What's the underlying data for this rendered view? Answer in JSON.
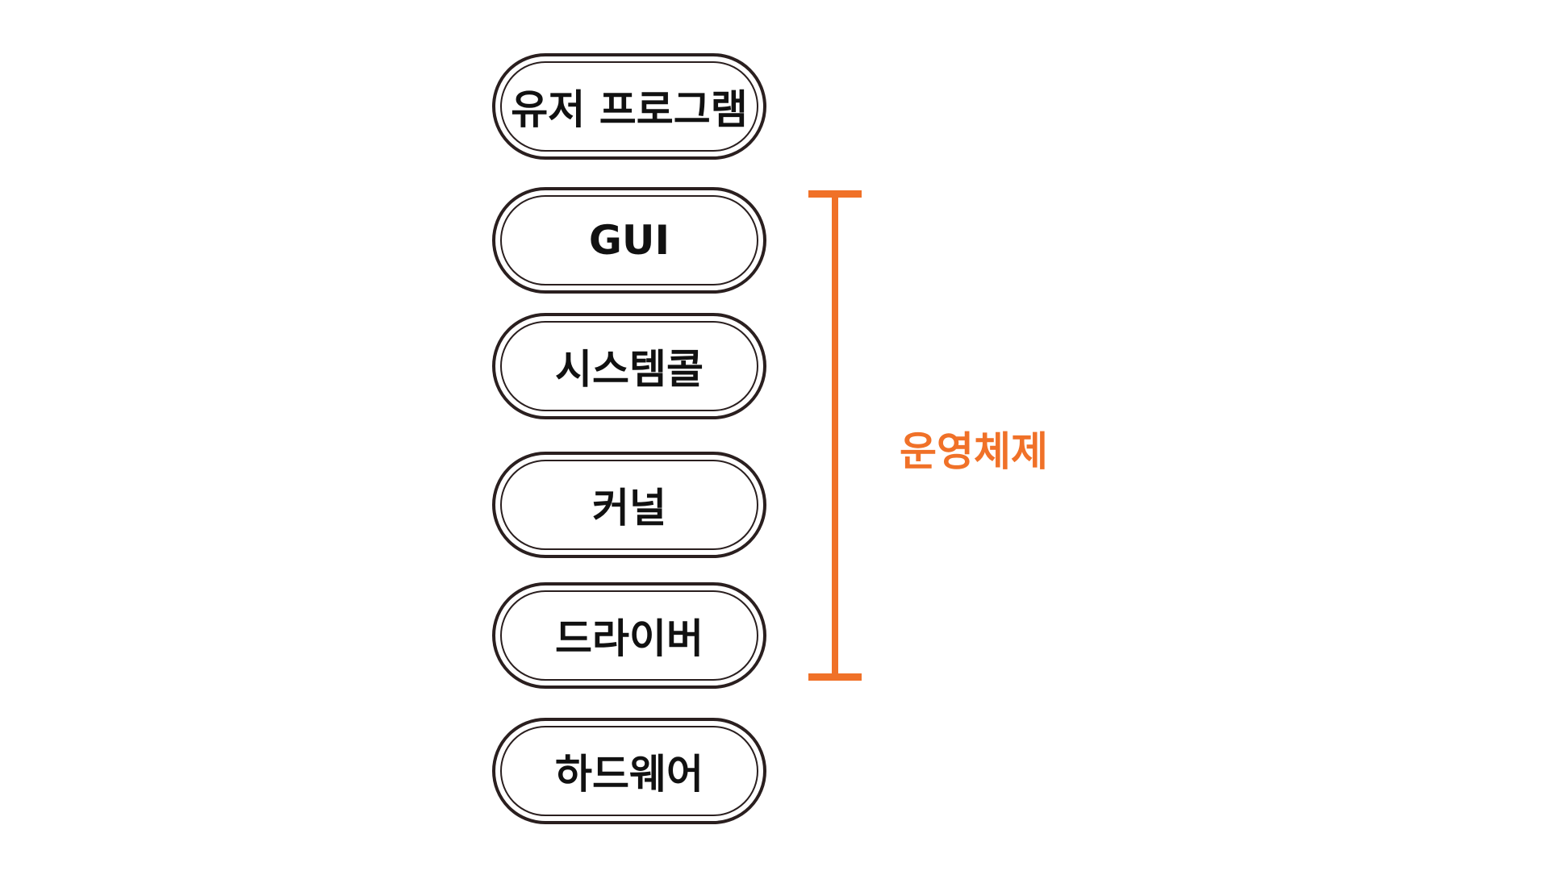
{
  "layers": [
    {
      "key": "user_program",
      "label": "유저 프로그램"
    },
    {
      "key": "gui",
      "label": "GUI"
    },
    {
      "key": "system_call",
      "label": "시스템콜"
    },
    {
      "key": "kernel",
      "label": "커널"
    },
    {
      "key": "driver",
      "label": "드라이버"
    },
    {
      "key": "hardware",
      "label": "하드웨어"
    }
  ],
  "os_bracket": {
    "label": "운영체제",
    "color": "#f07128",
    "spans": [
      "GUI",
      "시스템콜",
      "커널",
      "드라이버"
    ]
  },
  "colors": {
    "pill_border": "#2a1f1f",
    "text": "#111111",
    "background": "#ffffff"
  }
}
